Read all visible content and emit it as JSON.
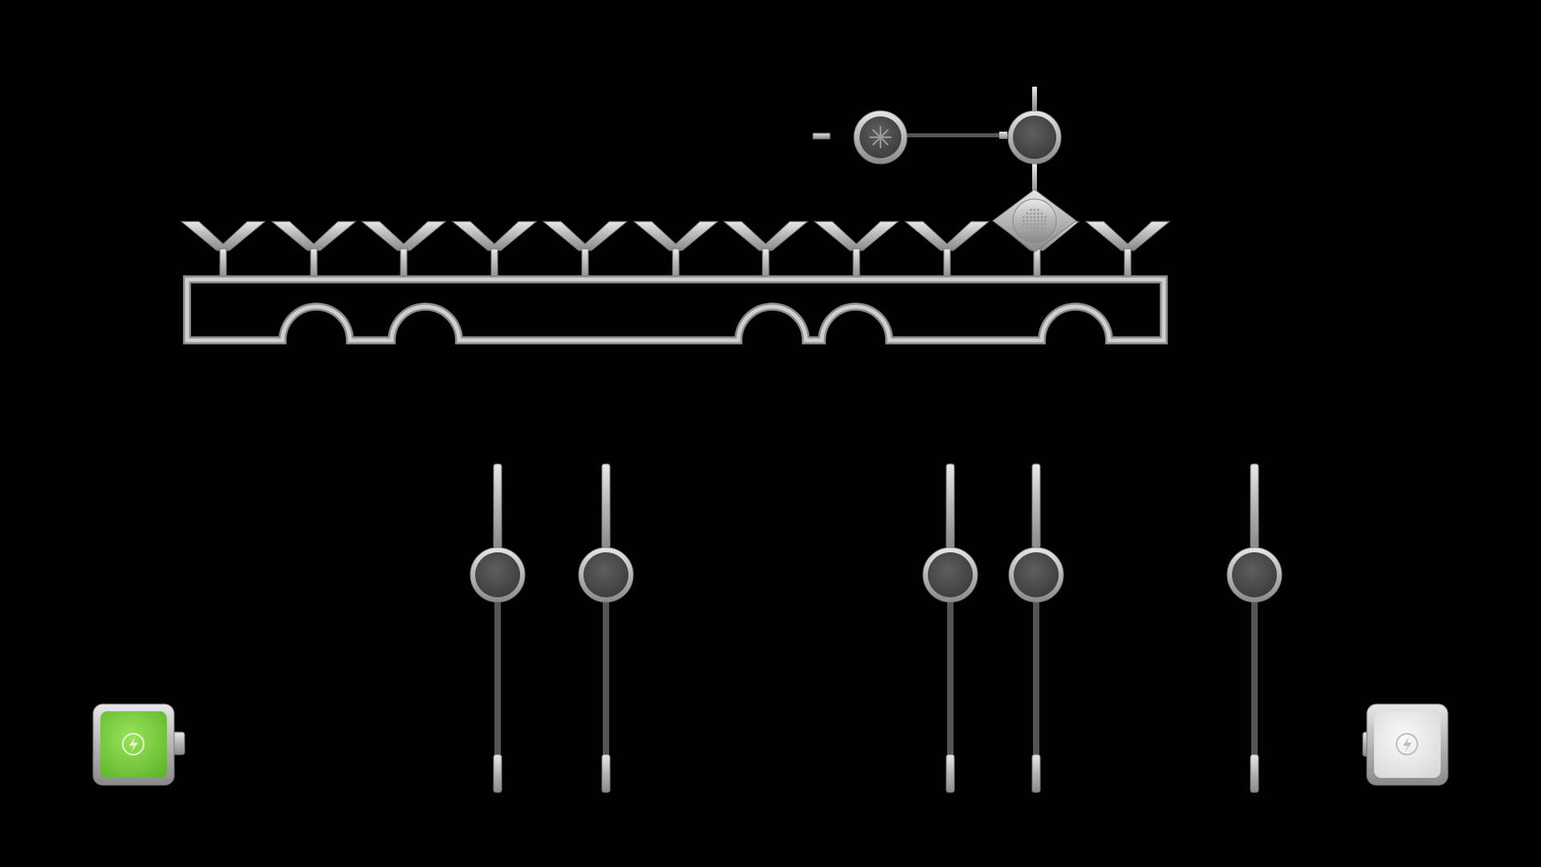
{
  "level": {
    "background_color": "#000000",
    "pipe_color": "#c8c8c8",
    "pipe_edge_color": "#8a8a8a",
    "node_fill_color": "#4a4a4a",
    "dark_stem_color": "#555555",
    "source": {
      "icon": "lightning-icon",
      "state": "powered",
      "color": "#7cd63a"
    },
    "target": {
      "icon": "lightning-icon",
      "state": "unpowered",
      "color": "#e6e6e6"
    },
    "funnel_count": 11,
    "top_circuit": {
      "fan_node_icon": "fan-icon",
      "rotator_node_icon": "grid-dot-icon",
      "junction_count": 1
    },
    "plungers": {
      "count": 5,
      "states": [
        "down",
        "down",
        "down",
        "down",
        "down"
      ]
    },
    "bridge_arches": 5
  }
}
